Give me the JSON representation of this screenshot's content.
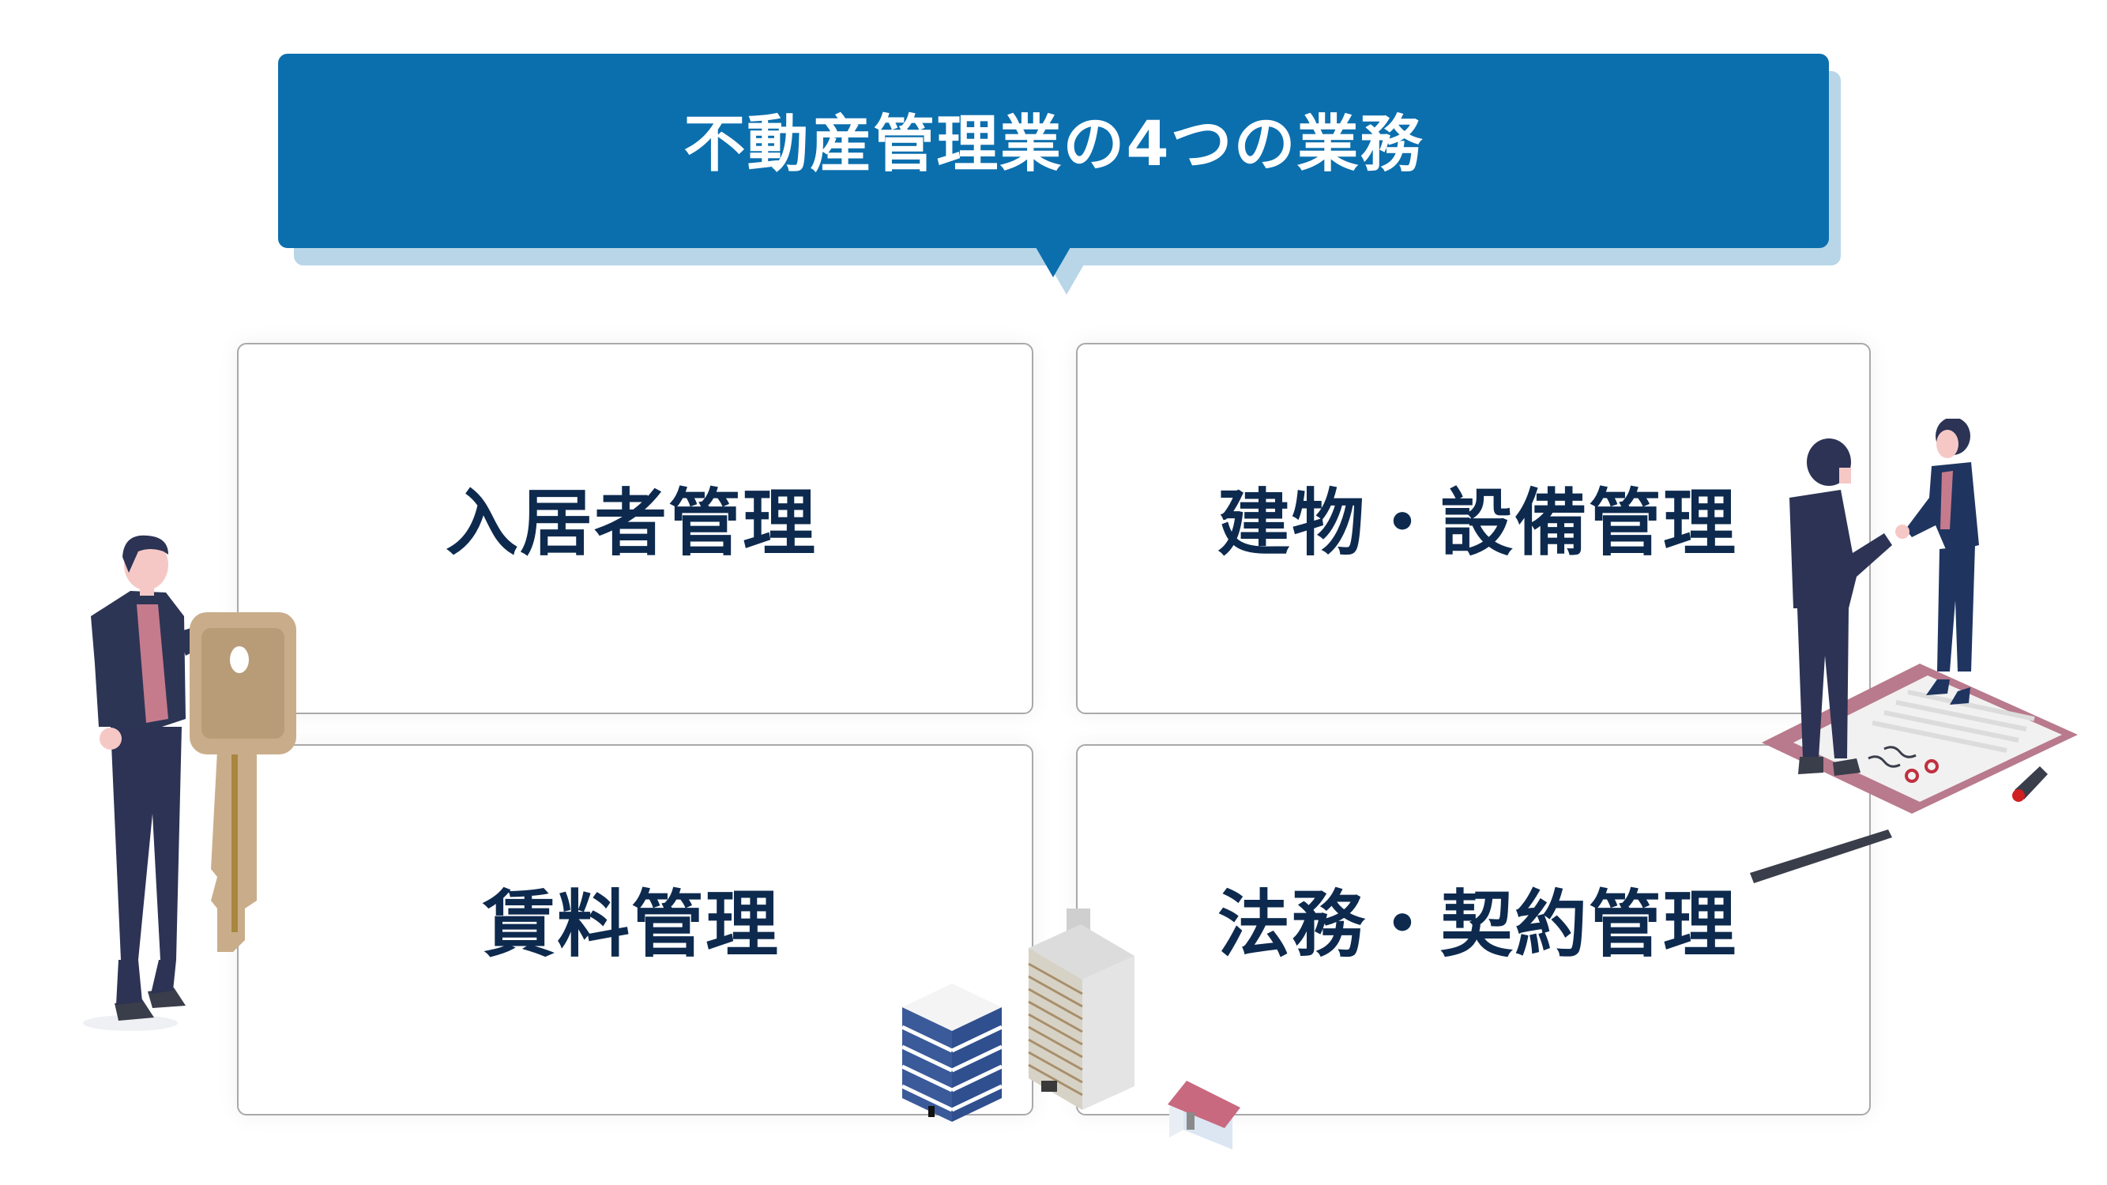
{
  "header": {
    "title": "不動産管理業の4つの業務",
    "background_color": "#0b6fae",
    "shadow_color": "#b8d6e8",
    "text_color": "#ffffff"
  },
  "cards": [
    {
      "label": "入居者管理"
    },
    {
      "label": "建物・設備管理"
    },
    {
      "label": "賃料管理"
    },
    {
      "label": "法務・契約管理"
    }
  ],
  "card_style": {
    "text_color": "#0d2a4e",
    "border_color": "#a9a9a9"
  },
  "illustrations": [
    {
      "name": "person-holding-key",
      "position": "left"
    },
    {
      "name": "handshake-over-contract",
      "position": "right"
    },
    {
      "name": "buildings-group",
      "position": "bottom-center"
    }
  ]
}
